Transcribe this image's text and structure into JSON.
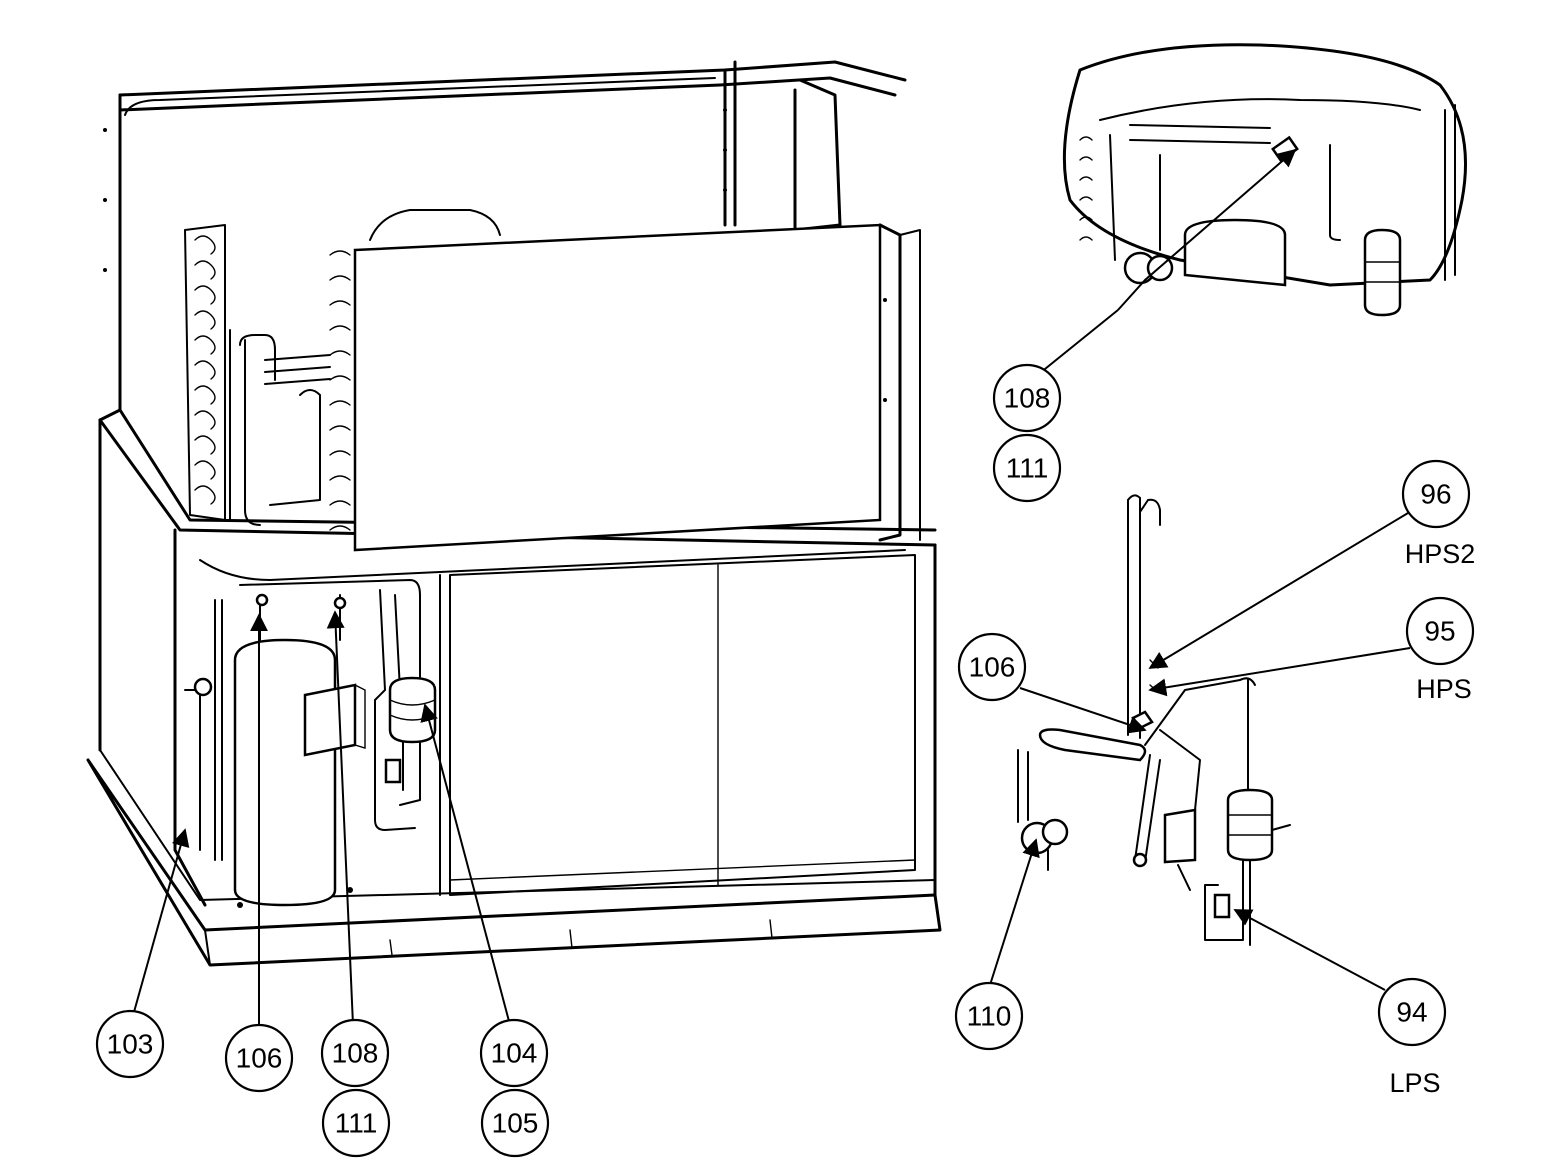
{
  "callouts": {
    "c103": "103",
    "c106a": "106",
    "c108a": "108",
    "c111a": "111",
    "c104": "104",
    "c105": "105",
    "c108b": "108",
    "c111b": "111",
    "c96": "96",
    "c95": "95",
    "c106b": "106",
    "c110": "110",
    "c94": "94"
  },
  "labels": {
    "hps2": "HPS2",
    "hps": "HPS",
    "lps": "LPS"
  }
}
